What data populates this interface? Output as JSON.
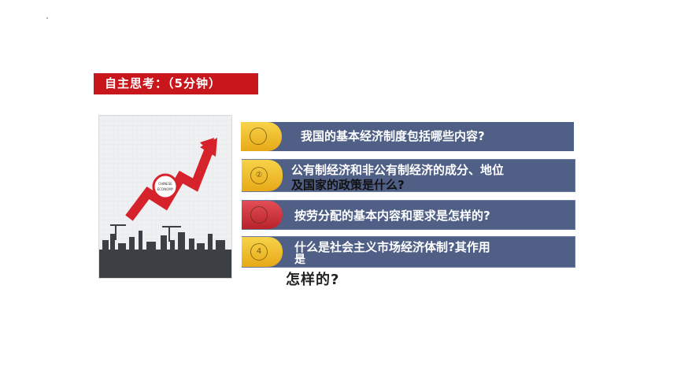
{
  "title": "自主思考：（5分钟）",
  "questions": [
    {
      "badge": "",
      "lines": [
        "我国的基本经济制度包括哪些内容?"
      ],
      "pill": "yellow"
    },
    {
      "badge": "②",
      "lines": [
        "公有制经济和非公有制经济的成分、地位",
        "及国家的政策是什么?"
      ],
      "pill": "yellow"
    },
    {
      "badge": "",
      "lines": [
        "按劳分配的基本内容和要求是怎样的?"
      ],
      "pill": "red"
    },
    {
      "badge": "4",
      "lines": [
        "什么是社会主义市场经济体制?其作用",
        "是"
      ],
      "pill": "yellow"
    }
  ],
  "overflow_text": "怎样的?",
  "image": {
    "stamp_line1": "CHINESE",
    "stamp_line2": "ECONOMY"
  }
}
